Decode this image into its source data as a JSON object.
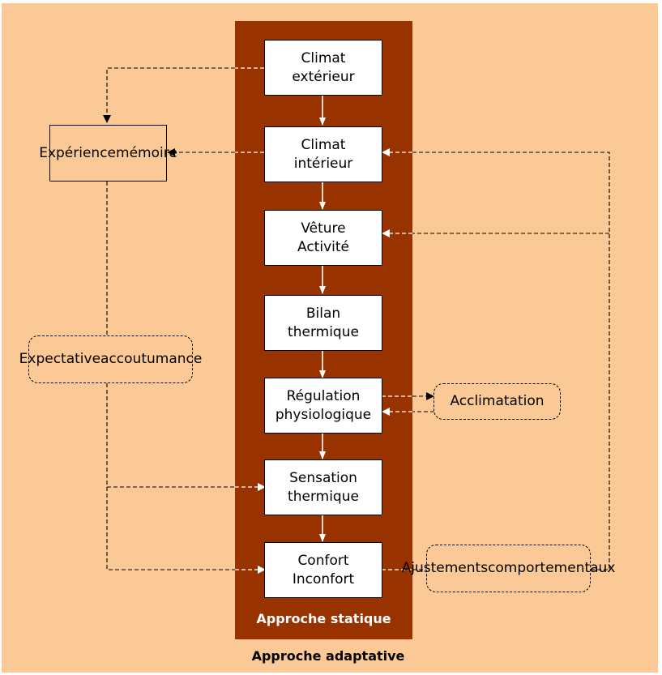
{
  "diagram": {
    "column_label": "Approche statique",
    "footer_label": "Approche adaptative",
    "steps": [
      {
        "line1": "Climat",
        "line2": "extérieur"
      },
      {
        "line1": "Climat",
        "line2": "intérieur"
      },
      {
        "line1": "Vêture",
        "line2": "Activité"
      },
      {
        "line1": "Bilan",
        "line2": "thermique"
      },
      {
        "line1": "Régulation",
        "line2": "physiologique"
      },
      {
        "line1": "Sensation",
        "line2": "thermique"
      },
      {
        "line1": "Confort",
        "line2": "Inconfort"
      }
    ],
    "experience": {
      "line1": "Expérience",
      "line2": "mémoire"
    },
    "expectation": {
      "line1": "Expectative",
      "line2": "accoutumance"
    },
    "acclimatation": "Acclimatation",
    "adjustments": {
      "line1": "Ajustements",
      "line2": "comportementaux"
    }
  }
}
